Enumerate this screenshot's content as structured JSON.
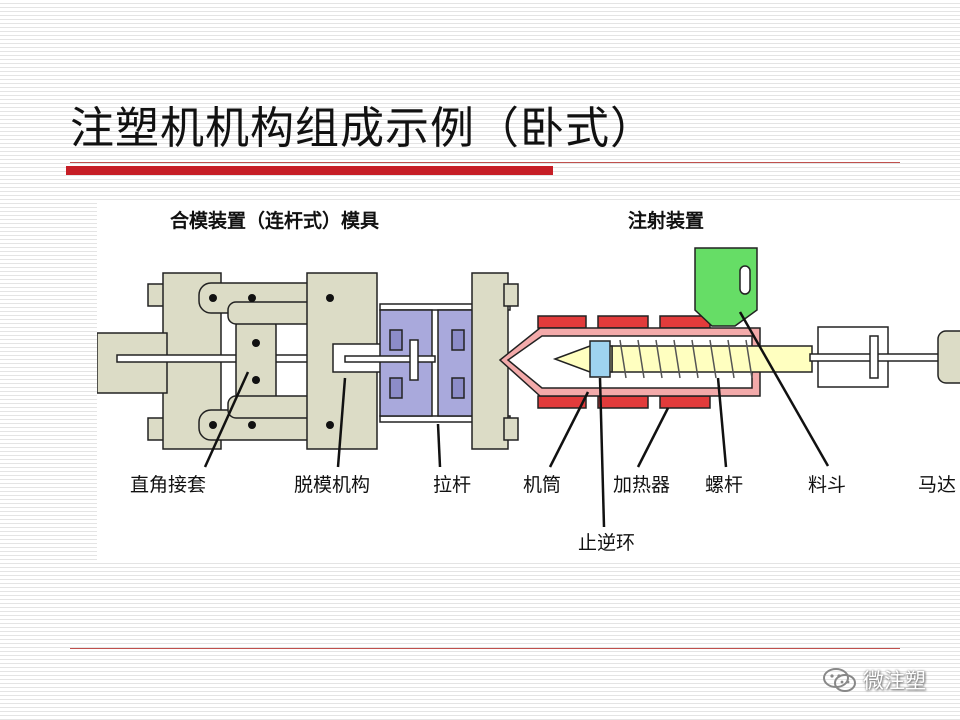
{
  "title": "注塑机机构组成示例（卧式）",
  "header": {
    "clamping": "合模装置（连杆式）模具",
    "injection": "注射装置"
  },
  "labels": {
    "toggle_sleeve": "直角接套",
    "ejector": "脱模机构",
    "tie_bar": "拉杆",
    "barrel": "机筒",
    "heater": "加热器",
    "screw": "螺杆",
    "hopper": "料斗",
    "motor": "马达",
    "check_ring": "止逆环"
  },
  "watermark": {
    "text": "微注塑",
    "icon": "wechat-icon"
  },
  "colors": {
    "frame": "#dcdcc6",
    "mold": "#a9a9dc",
    "heater": "#e23b3b",
    "barrel": "#f3aaaa",
    "screw": "#ffffc0",
    "hopper": "#66dd66",
    "accent_red": "#c61e26"
  }
}
